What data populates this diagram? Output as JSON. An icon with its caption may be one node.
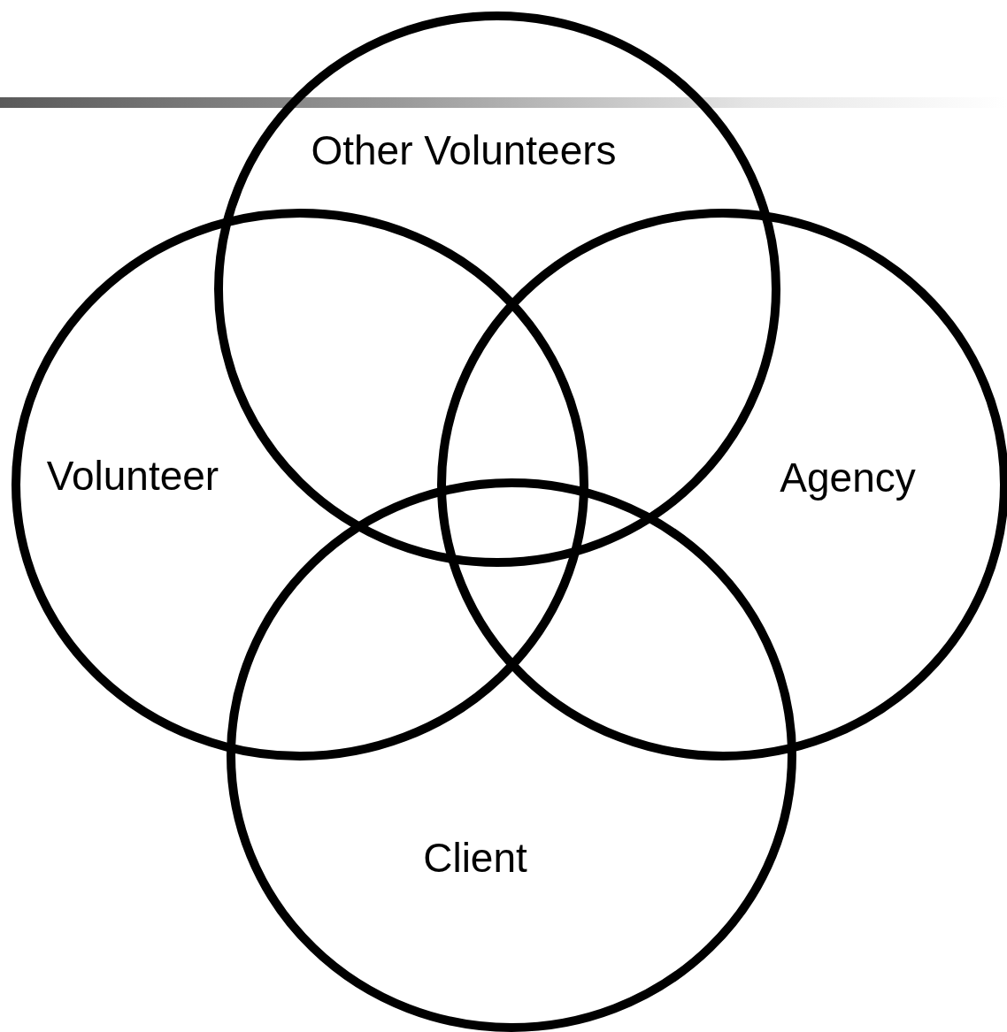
{
  "diagram": {
    "nodes": [
      {
        "text": [
          "Other Volunteers"
        ]
      },
      {
        "text": [
          "Volunteer"
        ]
      },
      {
        "text": [
          "Agency"
        ]
      },
      {
        "text": [
          "Client"
        ]
      }
    ]
  }
}
